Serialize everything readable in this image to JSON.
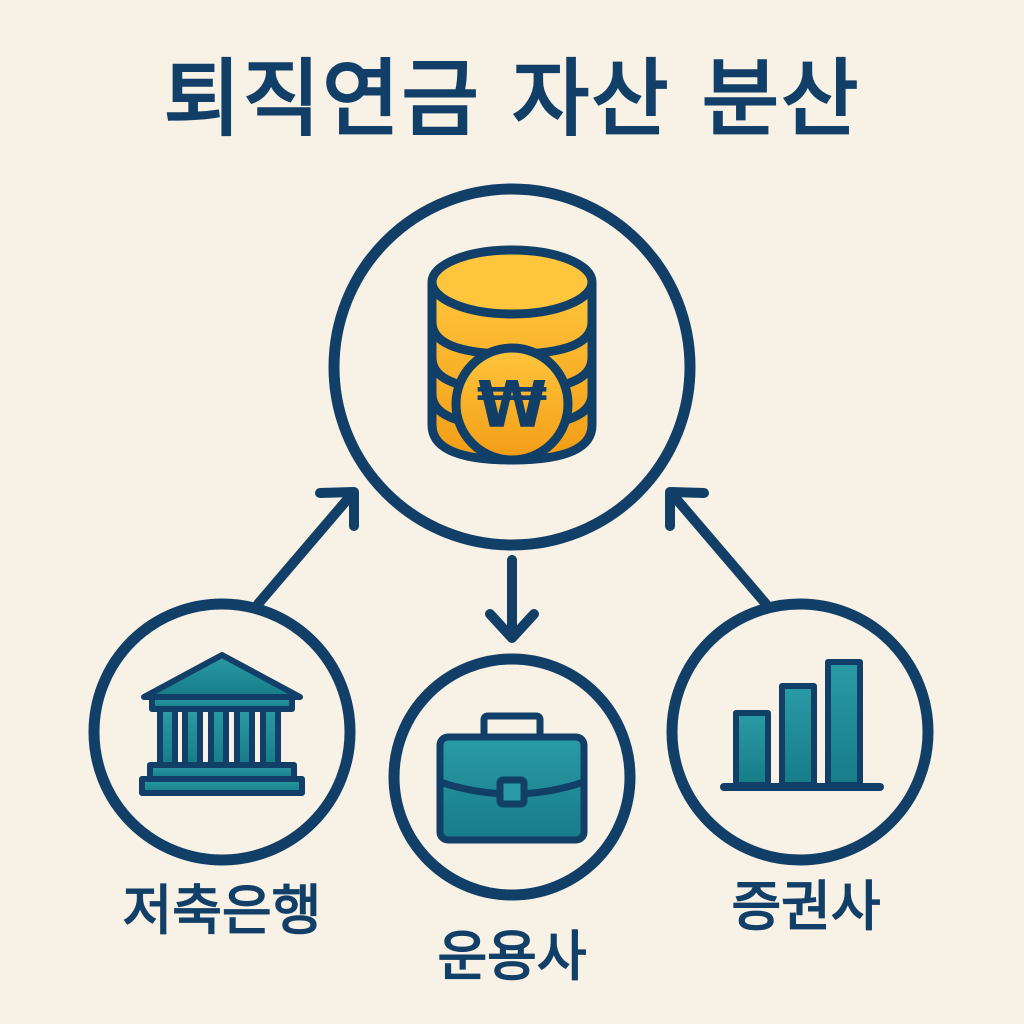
{
  "title": "퇴직연금 자산 분산",
  "center": {
    "icon": "coin-stack-won-icon",
    "symbol": "₩"
  },
  "nodes": [
    {
      "label": "저축은행",
      "icon": "bank-building-icon"
    },
    {
      "label": "운용사",
      "icon": "briefcase-icon"
    },
    {
      "label": "증권사",
      "icon": "bar-chart-icon"
    }
  ],
  "colors": {
    "background": "#F7F1E6",
    "navy": "#113F67",
    "teal": "#1F8A96",
    "gold": "#F6A821",
    "gold_light": "#FFC23A"
  }
}
